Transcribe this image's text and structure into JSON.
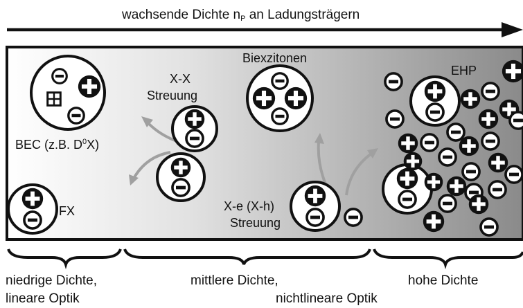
{
  "header": {
    "arrow_label_before": "wachsende Dichte n",
    "arrow_label_sub": "P",
    "arrow_label_after": " an Ladungsträgern"
  },
  "regions": {
    "bec_label_before": "BEC (z.B. D",
    "bec_label_sup": "0",
    "bec_label_after": "X)",
    "xx_label_line1": "X-X",
    "xx_label_line2": "Streuung",
    "biex_label": "Biexzitonen",
    "ehp_label": "EHP",
    "fx_label": "FX",
    "xe_label_line1": "X-e (X-h)",
    "xe_label_line2": "Streuung"
  },
  "ranges": {
    "low_line1": "niedrige Dichte,",
    "low_line2": "lineare Optik",
    "mid_line1": "mittlere Dichte,",
    "mid_line2": "nichtlineare Optik",
    "high_line1": "hohe Dichte"
  },
  "colors": {
    "box_left": "#ffffff",
    "box_right": "#8c8c8c",
    "ink": "#111111",
    "scatter_arrow": "#a0a0a0"
  },
  "icons": {
    "plus": "plus-charge-icon",
    "minus": "minus-charge-icon",
    "donor": "donor-icon"
  }
}
